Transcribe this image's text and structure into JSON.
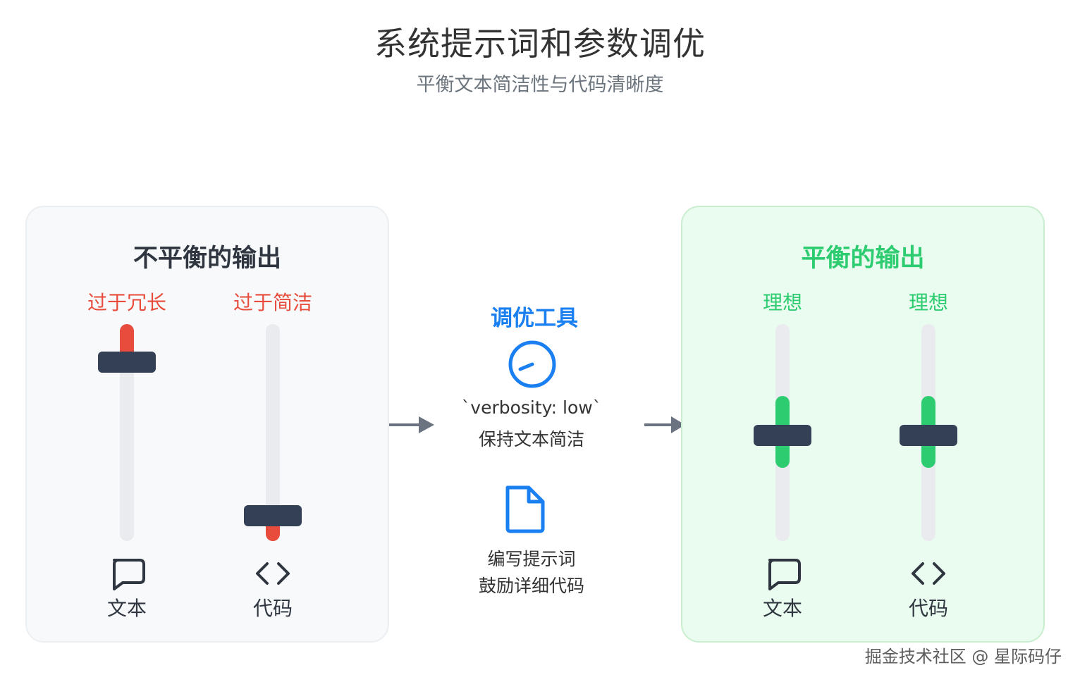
{
  "header": {
    "title": "系统提示词和参数调优",
    "subtitle": "平衡文本简洁性与代码清晰度"
  },
  "left_panel": {
    "title": "不平衡的输出",
    "sliders": [
      {
        "label": "过于冗长",
        "icon": "chat-bubble-icon",
        "icon_label": "文本",
        "level": 0.82
      },
      {
        "label": "过于简洁",
        "icon": "code-brackets-icon",
        "icon_label": "代码",
        "level": 0.08
      }
    ]
  },
  "right_panel": {
    "title": "平衡的输出",
    "sliders": [
      {
        "label": "理想",
        "icon": "chat-bubble-icon",
        "icon_label": "文本",
        "level": 0.5
      },
      {
        "label": "理想",
        "icon": "code-brackets-icon",
        "icon_label": "代码",
        "level": 0.5
      }
    ]
  },
  "tools": {
    "title": "调优工具",
    "gauge": {
      "icon": "gauge-icon",
      "line1": "`verbosity: low`",
      "line2": "保持文本简洁"
    },
    "prompt": {
      "icon": "document-icon",
      "line1": "编写提示词",
      "line2": "鼓励详细代码"
    }
  },
  "watermark": "掘金技术社区 @ 星际码仔",
  "colors": {
    "accent_blue": "#1a7ff0",
    "error_red": "#e74c3c",
    "success_green": "#2ecc71",
    "handle_navy": "#344055"
  }
}
